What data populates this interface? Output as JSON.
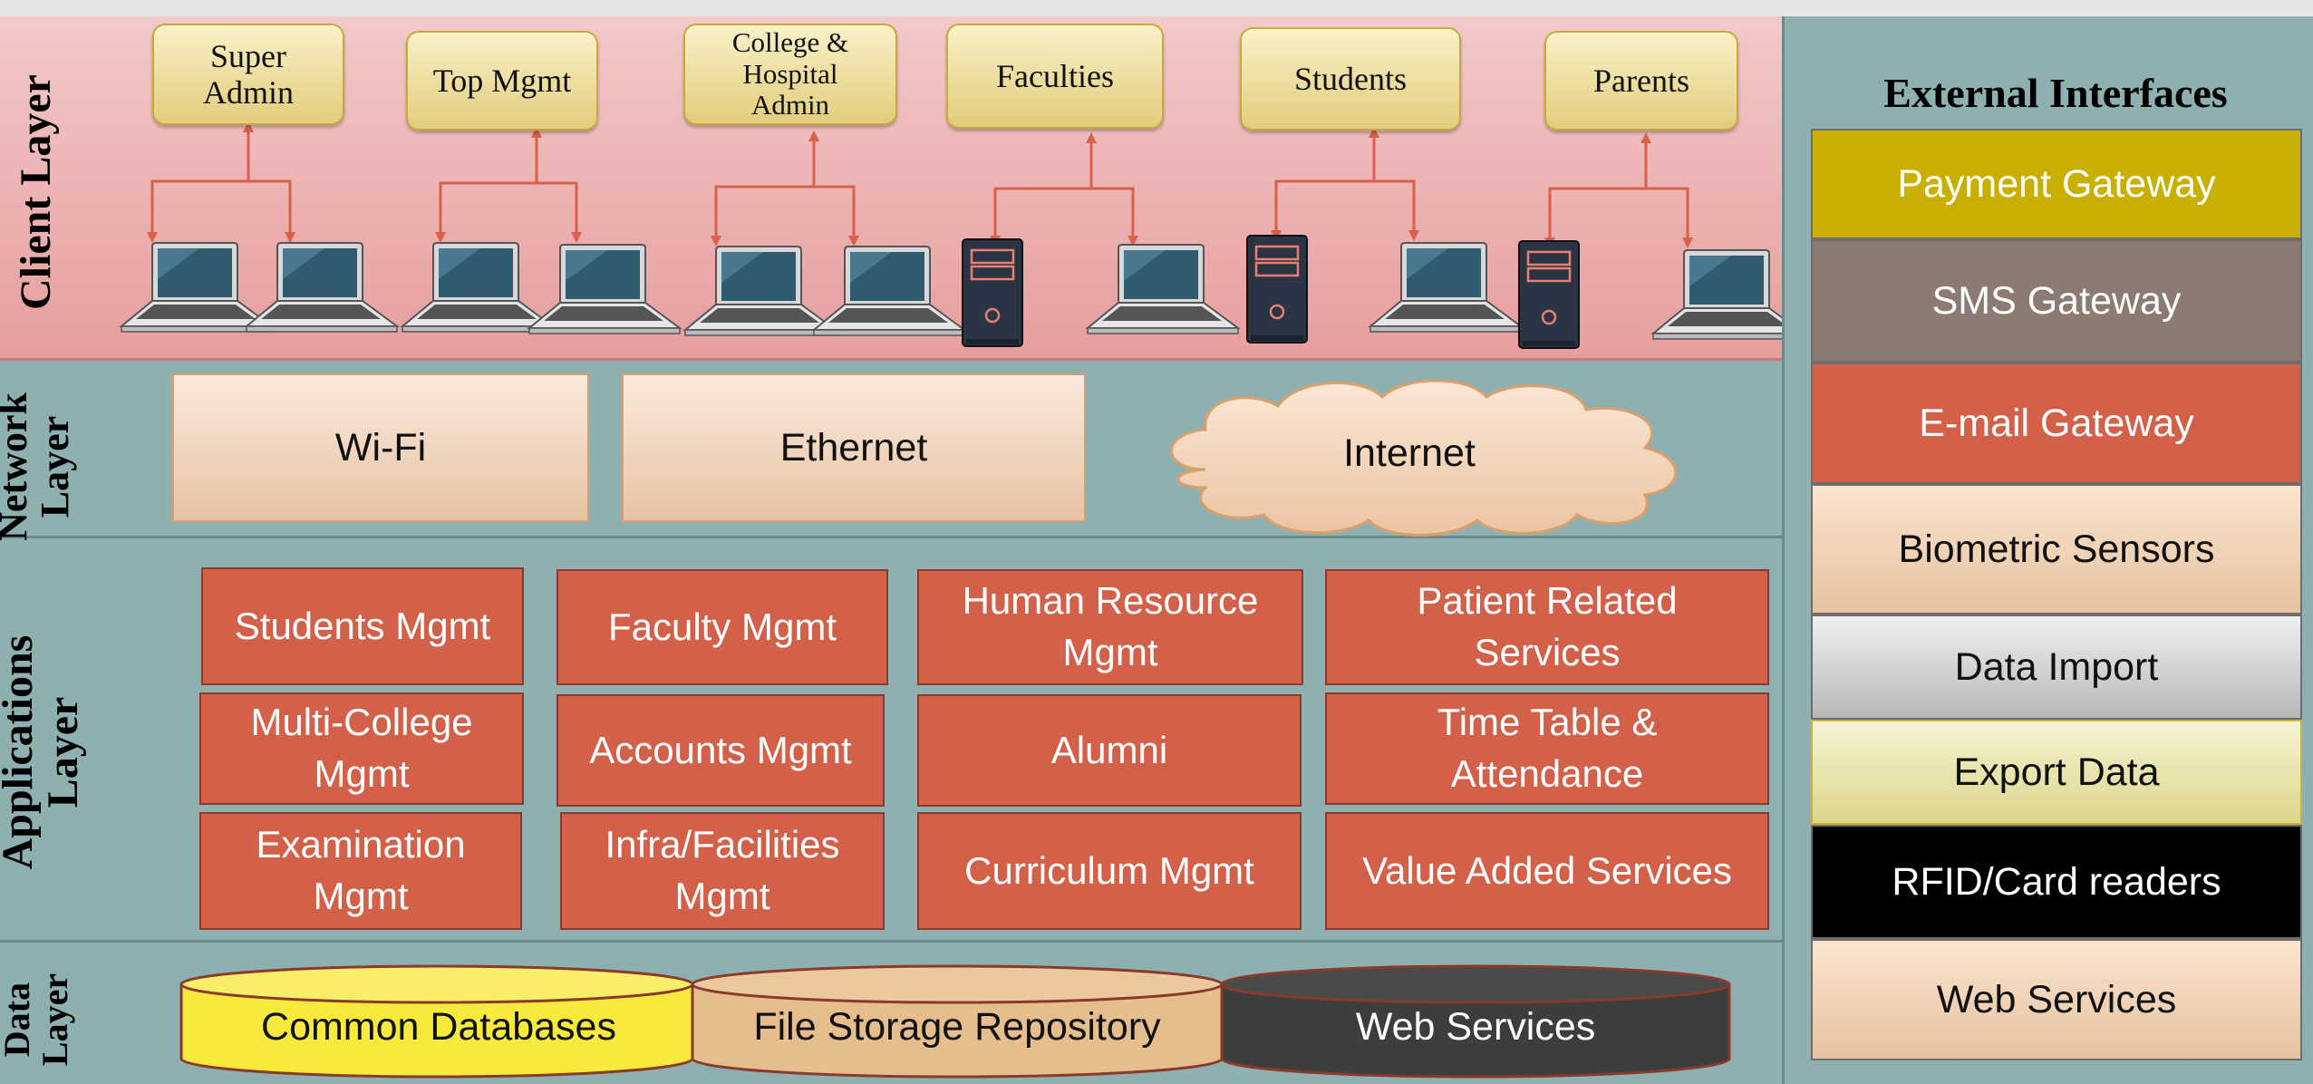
{
  "layers": {
    "client": "Client Layer",
    "network_line1": "Network",
    "network_line2": "Layer",
    "applications_line1": "Applications",
    "applications_line2": "Layer",
    "data_line1": "Data",
    "data_line2": "Layer"
  },
  "clients": [
    {
      "line1": "Super",
      "line2": "Admin",
      "line3": ""
    },
    {
      "line1": "Top Mgmt",
      "line2": "",
      "line3": ""
    },
    {
      "line1": "College &",
      "line2": "Hospital",
      "line3": "Admin"
    },
    {
      "line1": "Faculties",
      "line2": "",
      "line3": ""
    },
    {
      "line1": "Students",
      "line2": "",
      "line3": ""
    },
    {
      "line1": "Parents",
      "line2": "",
      "line3": ""
    }
  ],
  "network": {
    "wifi": "Wi-Fi",
    "ethernet": "Ethernet",
    "internet": "Internet"
  },
  "applications": [
    {
      "line1": "Students Mgmt",
      "line2": ""
    },
    {
      "line1": "Faculty Mgmt",
      "line2": ""
    },
    {
      "line1": "Human Resource",
      "line2": "Mgmt"
    },
    {
      "line1": "Patient Related",
      "line2": "Services"
    },
    {
      "line1": "Multi-College",
      "line2": "Mgmt"
    },
    {
      "line1": "Accounts Mgmt",
      "line2": ""
    },
    {
      "line1": "Alumni",
      "line2": ""
    },
    {
      "line1": "Time Table &",
      "line2": "Attendance"
    },
    {
      "line1": "Examination",
      "line2": "Mgmt"
    },
    {
      "line1": "Infra/Facilities",
      "line2": "Mgmt"
    },
    {
      "line1": "Curriculum Mgmt",
      "line2": ""
    },
    {
      "line1": "Value Added Services",
      "line2": ""
    }
  ],
  "data_stores": [
    {
      "label": "Common Databases",
      "color": "#f7ea3c"
    },
    {
      "label": "File Storage Repository",
      "color": "#e6bd8c"
    },
    {
      "label": "Web Services",
      "color": "#3d3d3d"
    }
  ],
  "external": {
    "title": "External Interfaces",
    "items": [
      {
        "label": "Payment Gateway",
        "bg": "#c9b000",
        "fg": "#ffffff"
      },
      {
        "label": "SMS Gateway",
        "bg": "#8c7b73",
        "fg": "#ffffff"
      },
      {
        "label": "E-mail Gateway",
        "bg": "#d3614a",
        "fg": "#ffffff"
      },
      {
        "label": "Biometric Sensors",
        "bg": "#efcaa8",
        "fg": "#111111"
      },
      {
        "label": "Data Import",
        "bg": "#d6d6d6",
        "fg": "#111111"
      },
      {
        "label": "Export Data",
        "bg": "#e9e6b0",
        "fg": "#111111"
      },
      {
        "label": "RFID/Card readers",
        "bg": "#000000",
        "fg": "#ffffff"
      },
      {
        "label": "Web Services",
        "bg": "#efcaa8",
        "fg": "#111111"
      }
    ]
  },
  "device_icons": [
    "laptop-icon",
    "tower-pc-icon"
  ],
  "colors": {
    "connector": "#d9604a",
    "app_box": "#d3614a"
  }
}
